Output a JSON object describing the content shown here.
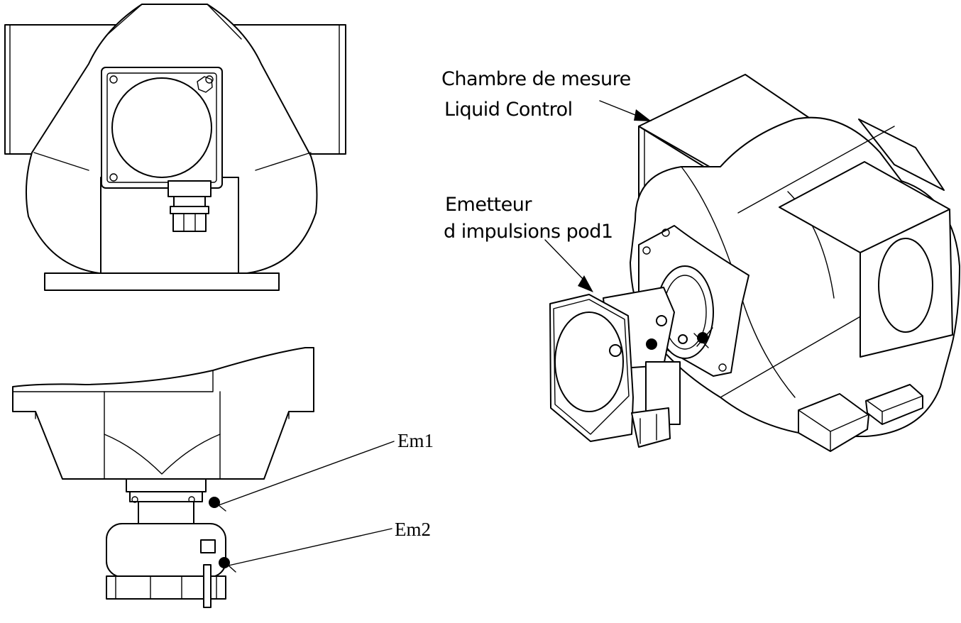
{
  "labels": {
    "chambre_line1": "Chambre de mesure",
    "chambre_line2": "Liquid Control",
    "emetteur_line1": "Emetteur",
    "emetteur_line2": "d impulsions pod1",
    "em1": "Em1",
    "em2": "Em2"
  },
  "colors": {
    "ink": "#000000",
    "paper": "#ffffff"
  }
}
